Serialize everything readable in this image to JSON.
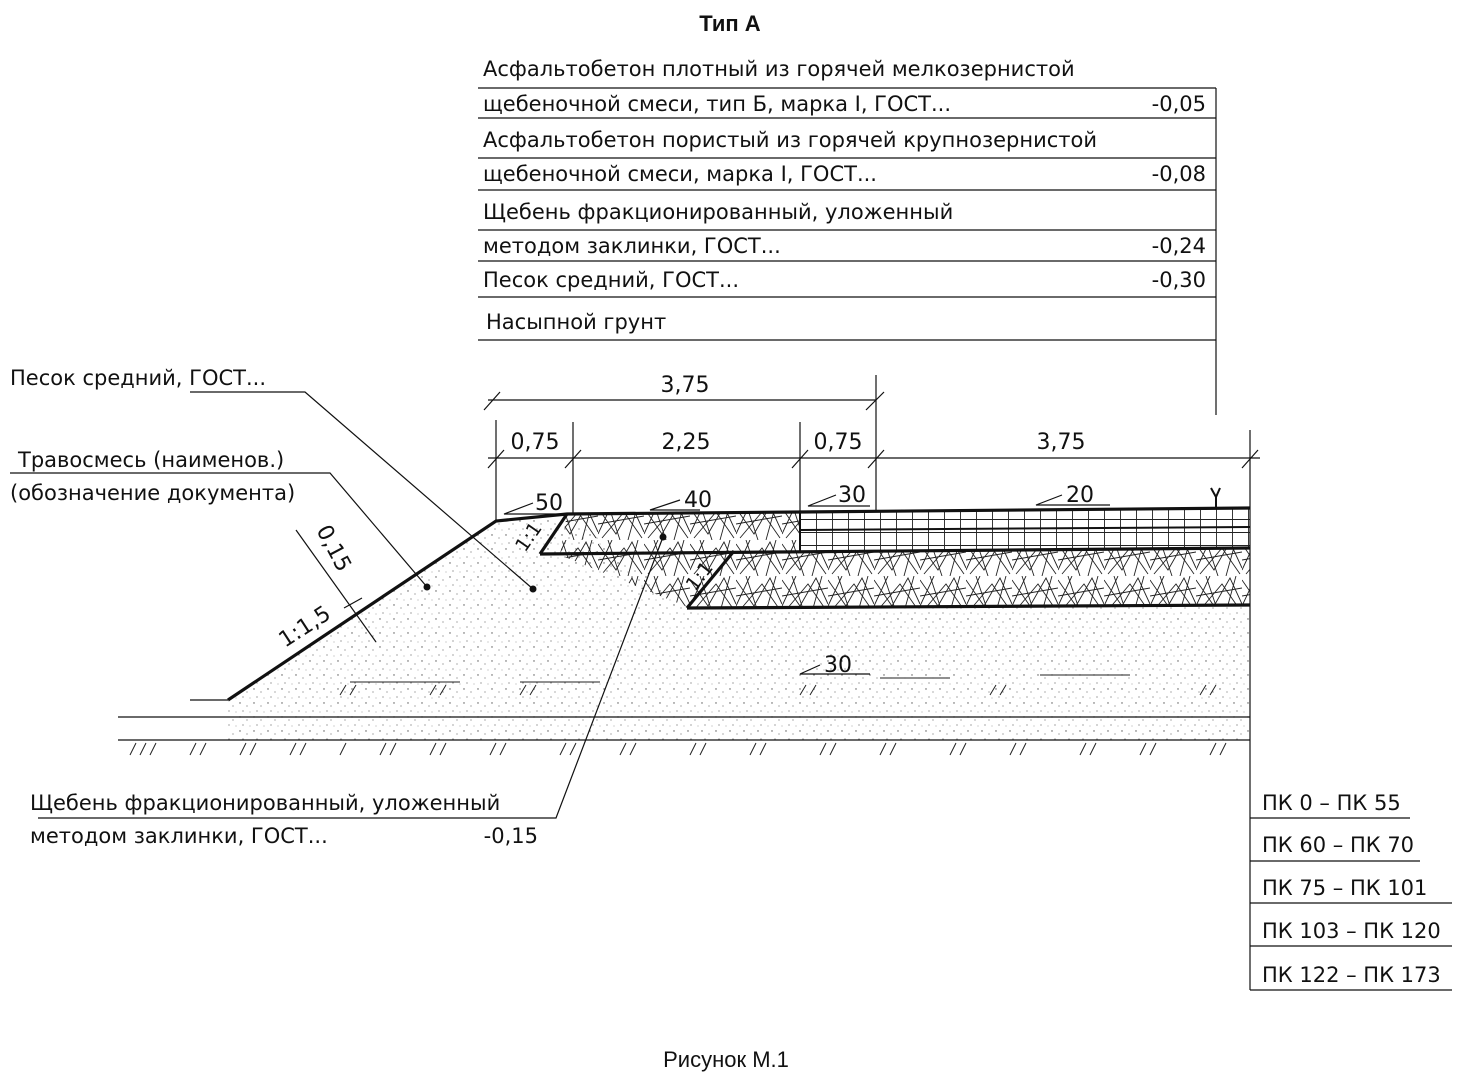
{
  "title": "Тип А",
  "caption": "Рисунок М.1",
  "layers_legend": [
    {
      "line1": "Асфальтобетон плотный из горячей мелкозернистой",
      "line2": "щебеночной смеси, тип Б, марка I, ГОСТ...",
      "value": "-0,05"
    },
    {
      "line1": "Асфальтобетон пористый из горячей крупнозернистой",
      "line2": "щебеночной смеси, марка I, ГОСТ...",
      "value": "-0,08"
    },
    {
      "line1": "Щебень фракционированный, уложенный",
      "line2": "методом заклинки, ГОСТ...",
      "value": "-0,24"
    },
    {
      "line1": "Песок средний, ГОСТ...",
      "line2": "",
      "value": "-0,30"
    },
    {
      "line1": "Насыпной грунт",
      "line2": "",
      "value": ""
    }
  ],
  "callouts": {
    "sand": "Песок средний, ГОСТ...",
    "grass_1": "Травосмесь (наименов.)",
    "grass_2": "(обозначение документа)",
    "gravel_1": "Щебень фракционированный, уложенный",
    "gravel_2": "методом заклинки, ГОСТ...",
    "gravel_value": "-0,15"
  },
  "dimensions": {
    "total_shoulder": "3,75",
    "d1": "0,75",
    "d2": "2,25",
    "d3": "0,75",
    "lane": "3,75",
    "thickness": "0,15",
    "slope_main": "1:1,5",
    "slope_top": "1:1",
    "slope_mid": "1:1"
  },
  "grades": {
    "g50": "50",
    "g40": "40",
    "g30a": "30",
    "g20": "20",
    "g30b": "30"
  },
  "stations": [
    "ПК 0 – ПК 55",
    "ПК 60 – ПК 70",
    "ПК 75 – ПК 101",
    "ПК 103 – ПК 120",
    "ПК 122 – ПК 173"
  ]
}
